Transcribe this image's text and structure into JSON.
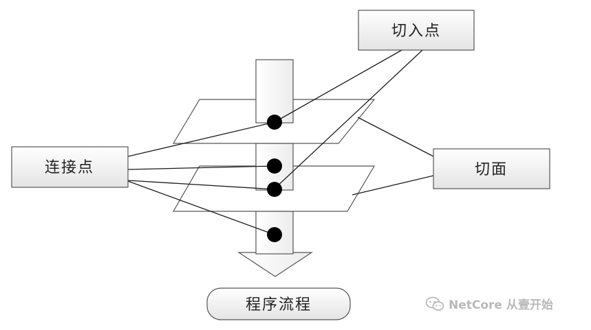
{
  "nodes": {
    "pointcut": "切入点",
    "joinpoint": "连接点",
    "aspect": "切面",
    "flow": "程序流程"
  },
  "watermark": {
    "text": "NetCore 从壹开始",
    "icon": "wechat-icon"
  },
  "colors": {
    "stroke": "#1a1a1a",
    "box_fill_top": "#ffffff",
    "box_fill_bottom": "#e4e4e4",
    "dot": "#000000",
    "watermark": "#b9b9b9"
  }
}
